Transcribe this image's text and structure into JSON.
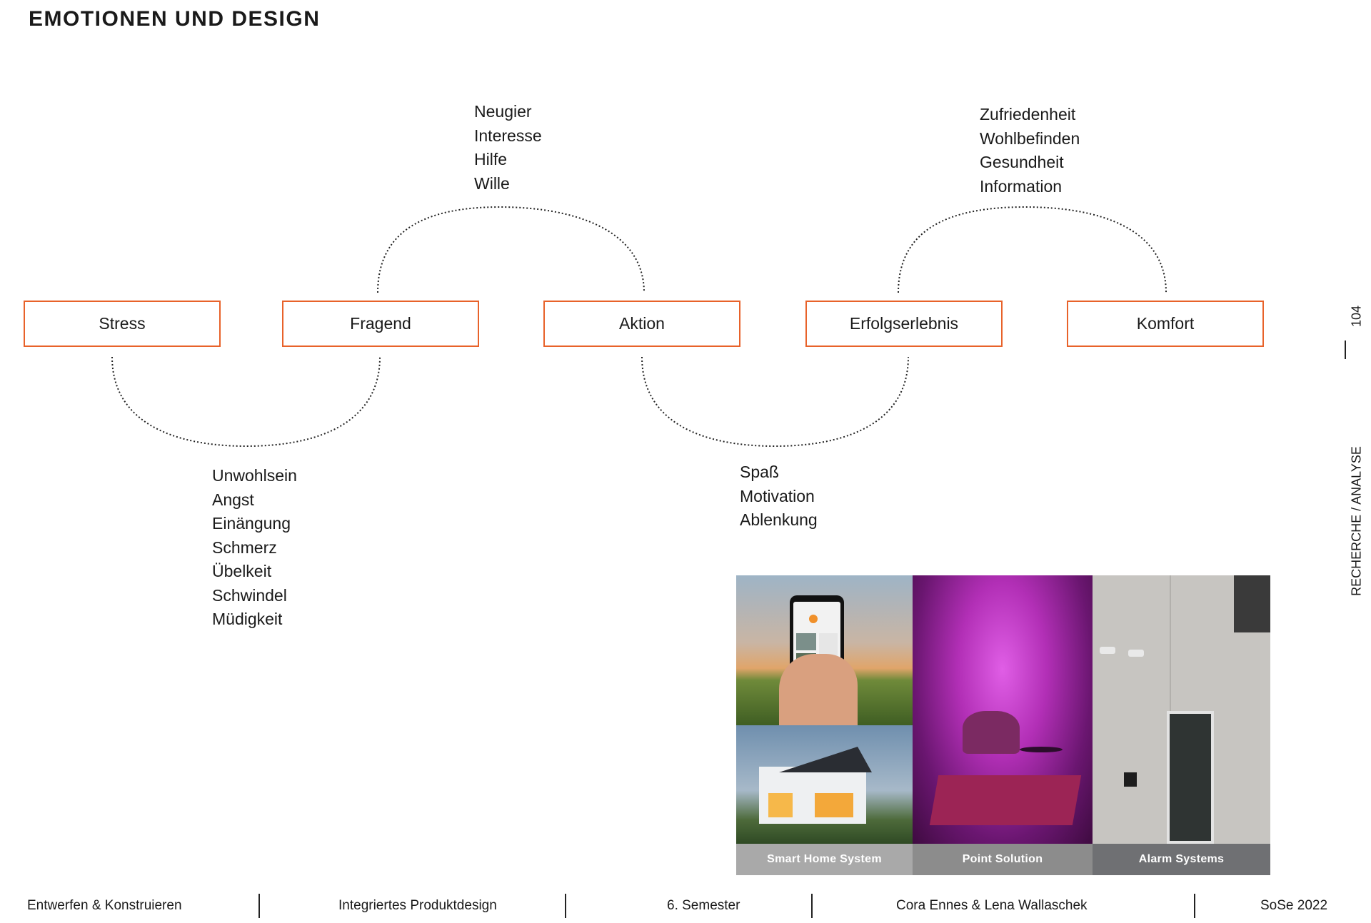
{
  "page": {
    "title": "EMOTIONEN UND DESIGN",
    "side_label": "RECHERCHE / ANALYSE",
    "page_number": "104"
  },
  "stages": [
    {
      "label": "Stress"
    },
    {
      "label": "Fragend"
    },
    {
      "label": "Aktion"
    },
    {
      "label": "Erfolgserlebnis"
    },
    {
      "label": "Komfort"
    }
  ],
  "emotion_groups": [
    {
      "between": "Stress – Fragend",
      "items": [
        "Unwohlsein",
        "Angst",
        "Einängung",
        "Schmerz",
        "Übelkeit",
        "Schwindel",
        "Müdigkeit"
      ]
    },
    {
      "between": "Fragend – Aktion",
      "items": [
        "Neugier",
        "Interesse",
        "Hilfe",
        "Wille"
      ]
    },
    {
      "between": "Aktion – Erfolgserlebnis",
      "items": [
        "Spaß",
        "Motivation",
        "Ablenkung"
      ]
    },
    {
      "between": "Erfolgserlebnis – Komfort",
      "items": [
        "Zufriedenheit",
        "Wohlbefinden",
        "Gesundheit",
        "Information"
      ]
    }
  ],
  "gallery": {
    "captions": [
      "Smart Home System",
      "Point Solution",
      "Alarm Systems"
    ]
  },
  "colors": {
    "accent": "#e8622a",
    "text": "#1a1a1a"
  },
  "footer": {
    "items": [
      "Entwerfen & Konstruieren",
      "Integriertes Produktdesign",
      "6. Semester",
      "Cora Ennes  & Lena Wallaschek",
      "SoSe 2022"
    ]
  }
}
